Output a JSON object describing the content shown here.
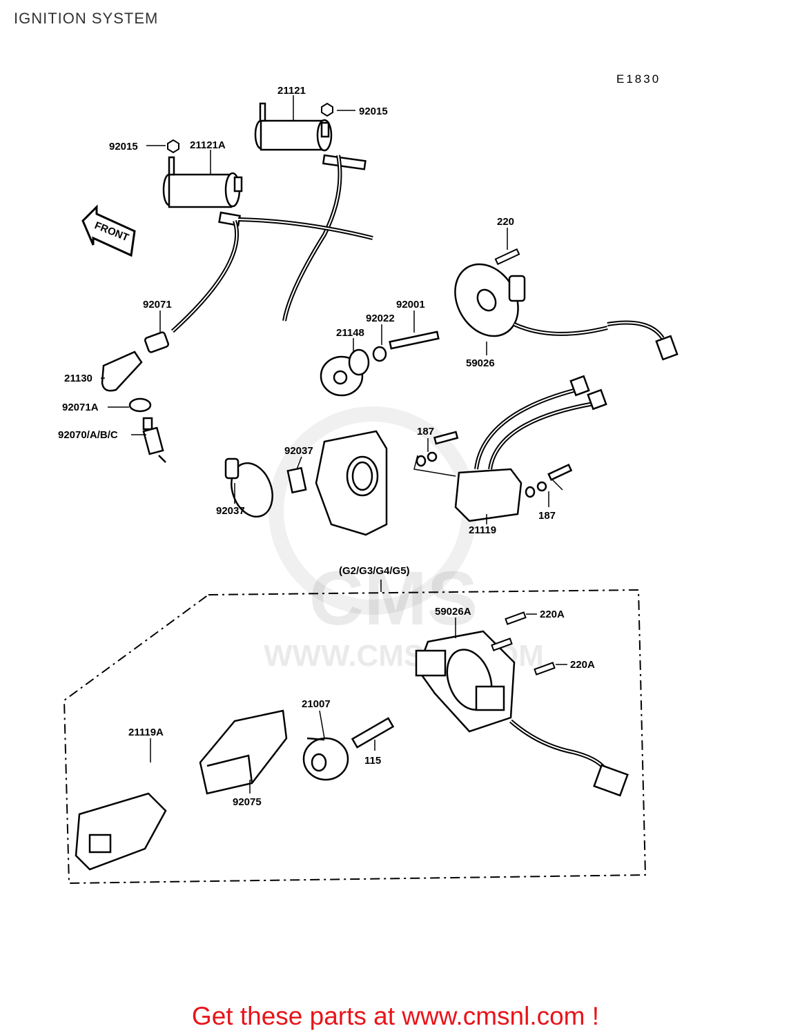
{
  "header": {
    "title": "IGNITION SYSTEM",
    "diagram_code": "E1830"
  },
  "diagram": {
    "front_label": "FRONT",
    "variant_label": "(G2/G3/G4/G5)",
    "part_labels": {
      "p21121": "21121",
      "p92015a": "92015",
      "p92015b": "92015",
      "p21121A": "21121A",
      "p220": "220",
      "p92001": "92001",
      "p92022": "92022",
      "p92071": "92071",
      "p21148": "21148",
      "p59026": "59026",
      "p21130": "21130",
      "p92071A": "92071A",
      "p92070": "92070/A/B/C",
      "p187a": "187",
      "p92037a": "92037",
      "p92037b": "92037",
      "p21119": "21119",
      "p187b": "187",
      "p59026A": "59026A",
      "p220Aa": "220A",
      "p220Ab": "220A",
      "p21007": "21007",
      "p21119A": "21119A",
      "p115": "115",
      "p92075": "92075"
    }
  },
  "watermark": {
    "brand": "CMS",
    "url": "WWW.CMSNL.COM"
  },
  "footer": {
    "link_text": "Get these parts at www.cmsnl.com !"
  },
  "colors": {
    "footer_text": "#e8141a",
    "line_art": "#000000"
  }
}
